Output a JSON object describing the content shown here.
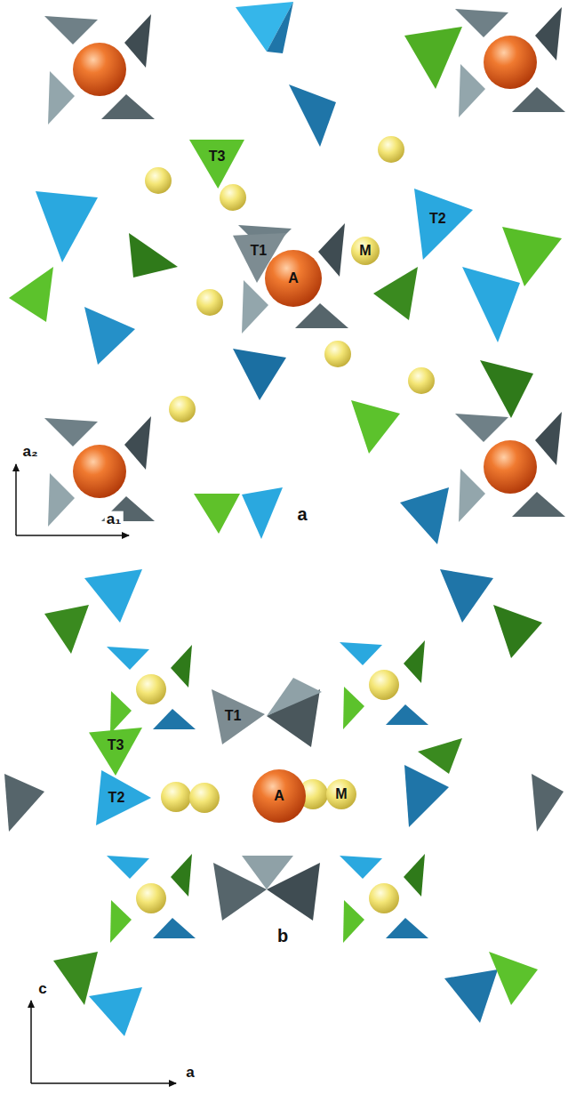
{
  "diagram": {
    "nodes": [
      {
        "text": [
          "T3"
        ]
      },
      {
        "text": [
          "T1"
        ]
      },
      {
        "text": [
          "A"
        ]
      },
      {
        "text": [
          "M"
        ]
      },
      {
        "text": [
          "T2"
        ]
      },
      {
        "text": [
          "T1"
        ]
      },
      {
        "text": [
          "T3"
        ]
      },
      {
        "text": [
          "T2"
        ]
      },
      {
        "text": [
          "A"
        ]
      },
      {
        "text": [
          "M"
        ]
      }
    ],
    "labels": [
      "a",
      "a₂",
      "a₁",
      "b",
      "c",
      "a"
    ]
  }
}
